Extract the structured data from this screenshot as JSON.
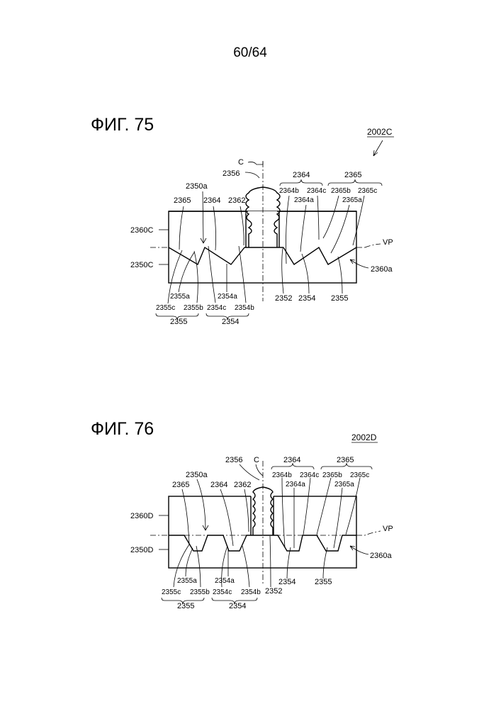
{
  "page_number": "60/64",
  "fig75": {
    "title": "ФИГ. 75",
    "ref": "2002C",
    "labels": {
      "c": "C",
      "l2356": "2356",
      "b2364": "2364",
      "b2365": "2365",
      "l2364b": "2364b",
      "l2364c": "2364c",
      "l2365b": "2365b",
      "l2365c": "2365c",
      "l2364a": "2364a",
      "l2365a": "2365a",
      "l2350a": "2350a",
      "l2365": "2365",
      "l2364": "2364",
      "l2362": "2362",
      "l2360": "2360C",
      "l2350": "2350C",
      "vp": "VP",
      "l2360a": "2360a",
      "l2355a": "2355a",
      "l2354a": "2354a",
      "l2352": "2352",
      "r2354": "2354",
      "r2355": "2355",
      "l2355c": "2355c",
      "l2355b": "2355b",
      "l2354c": "2354c",
      "l2354b": "2354b",
      "g2355": "2355",
      "g2354": "2354"
    }
  },
  "fig76": {
    "title": "ФИГ. 76",
    "ref": "2002D",
    "labels": {
      "c": "C",
      "l2356": "2356",
      "b2364": "2364",
      "b2365": "2365",
      "l2364b": "2364b",
      "l2364c": "2364c",
      "l2365b": "2365b",
      "l2365c": "2365c",
      "l2364a": "2364a",
      "l2365a": "2365a",
      "l2350a": "2350a",
      "l2365": "2365",
      "l2364": "2364",
      "l2362": "2362",
      "l2360": "2360D",
      "l2350": "2350D",
      "vp": "VP",
      "l2360a": "2360a",
      "l2355a": "2355a",
      "l2354a": "2354a",
      "l2352": "2352",
      "r2354": "2354",
      "r2355": "2355",
      "l2355c": "2355c",
      "l2355b": "2355b",
      "l2354c": "2354c",
      "l2354b": "2354b",
      "g2355": "2355",
      "g2354": "2354"
    }
  }
}
